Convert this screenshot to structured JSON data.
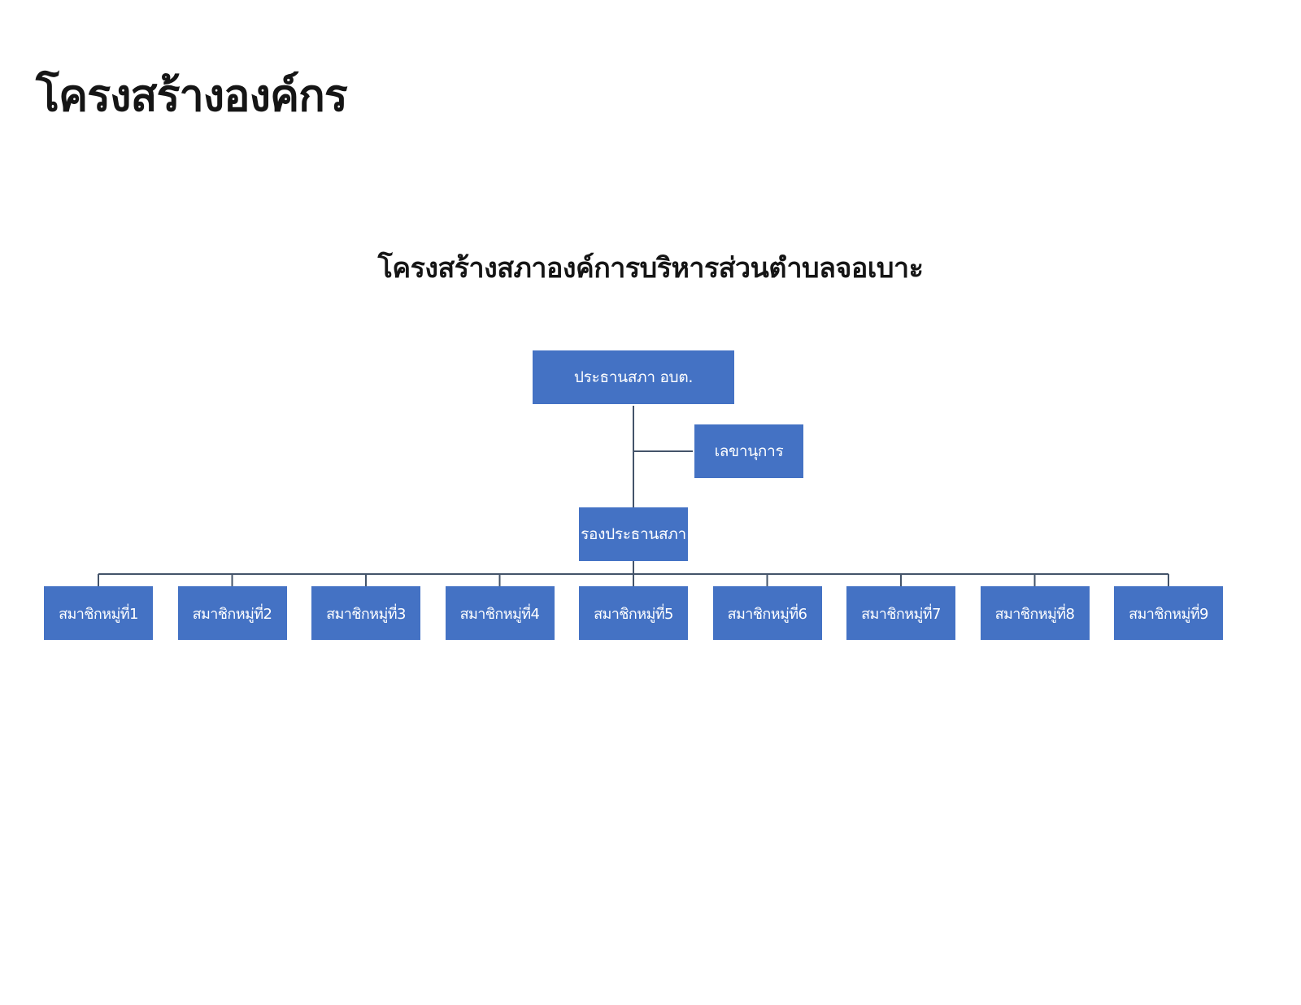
{
  "page": {
    "heading": "โครงสร้างองค์กร"
  },
  "org_chart": {
    "title": "โครงสร้างสภาองค์การบริหารส่วนตำบลจอเบาะ",
    "colors": {
      "box_fill": "#4472C4",
      "box_text": "#FFFFFF",
      "connector": "#44546A"
    },
    "chair": {
      "label": "ประธานสภา อบต."
    },
    "secretary": {
      "label": "เลขานุการ"
    },
    "vice_chair": {
      "label": "รองประธานสภา"
    },
    "members": [
      {
        "label": "สมาชิกหมู่ที่1"
      },
      {
        "label": "สมาชิกหมู่ที่2"
      },
      {
        "label": "สมาชิกหมู่ที่3"
      },
      {
        "label": "สมาชิกหมู่ที่4"
      },
      {
        "label": "สมาชิกหมู่ที่5"
      },
      {
        "label": "สมาชิกหมู่ที่6"
      },
      {
        "label": "สมาชิกหมู่ที่7"
      },
      {
        "label": "สมาชิกหมู่ที่8"
      },
      {
        "label": "สมาชิกหมู่ที่9"
      }
    ]
  }
}
